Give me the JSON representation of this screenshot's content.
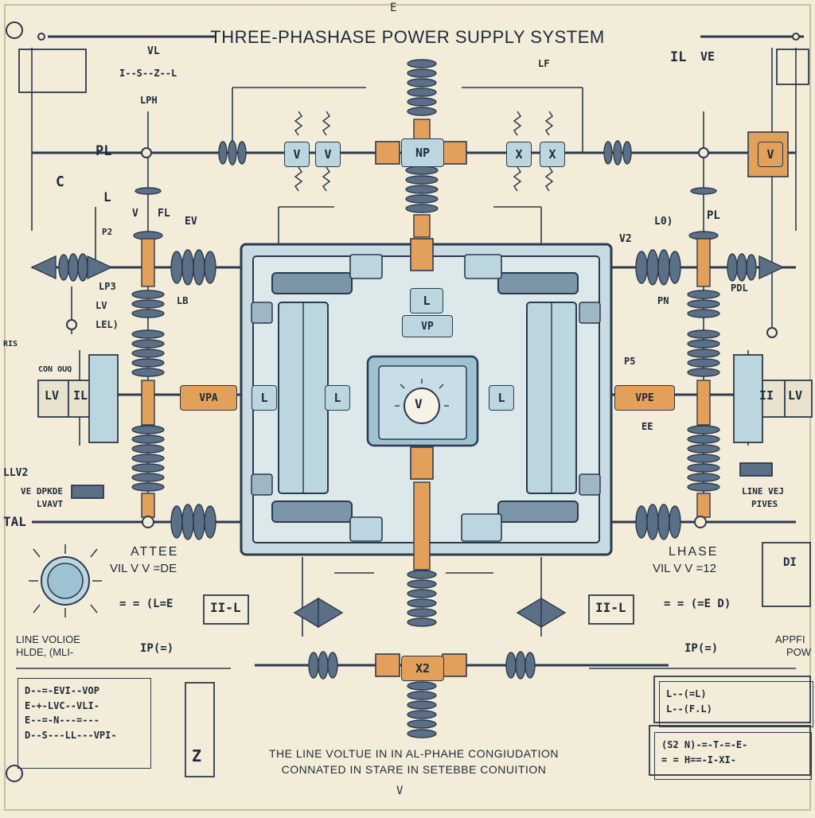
{
  "title": "THREE-PHASHASE POWER SUPPLY SYSTEM",
  "top_mark": "E",
  "bottom_mark": "V",
  "caption": {
    "line1": "THE LINE VOLTUE IN IN AL-PHAHE CONGIUDATION",
    "line2": "CONNATED IN STARE IN SETEBBE CONUITION"
  },
  "center_meter": {
    "label": "V"
  },
  "readouts": {
    "top_v1": "V",
    "top_v2": "V",
    "top_x1": "X",
    "top_x2": "X",
    "top_center": "NP",
    "right_v": "V",
    "left_l": "L",
    "left_vl": "V",
    "center_l": "L",
    "center_vp": "VP",
    "center_bottom": "X2",
    "mid_left_l": "L",
    "mid_right_l": "L",
    "vpa_left": "VPA",
    "vpa_right": "VPE",
    "left_lv": "LV",
    "right_lv": "LV",
    "left_ll": "IL",
    "right_ll": "II"
  },
  "left_annotations": {
    "vl": "VL",
    "formula1": "I--S--Z--L",
    "lph": "LPH",
    "pl": "PL",
    "l": "L",
    "fl": "FL",
    "ev": "EV",
    "p2": "P2",
    "v": "V",
    "c": "C",
    "lp3": "LP3",
    "lv": "LV",
    "lb": "LB",
    "lel": "LEL)",
    "ris": "RIS",
    "tal": "TAL",
    "llv2": "LLV2",
    "ve_dpkde": "VE DPKDE",
    "lvavt": "LVAVT",
    "con_ouq": "CON OUQ"
  },
  "right_annotations": {
    "il": "IL",
    "ve": "VE",
    "lf": "LF",
    "l0": "L0)",
    "v2": "V2",
    "pl": "PL",
    "p5": "P5",
    "pn": "PN",
    "pdl": "PDL",
    "e1": "EE",
    "line_ve": "LINE VEJ",
    "pives": "PIVES",
    "di": "DI"
  },
  "bottom_left": {
    "phase_title": "ATTEE",
    "eq": "VIL V V =DE",
    "sub_eq": "= = (L=E",
    "pe": "IP(=)",
    "ll_box": "II-L",
    "line_volt": "LINE VOLIOE",
    "hlde": "HLDE, (MLI-",
    "table": "D--=-EVI--VOP\nE-+-LVC--VLI-\nE--=-N---=---\nD--S---LL---VPI-",
    "z": "Z"
  },
  "bottom_right": {
    "phase_title": "LHASE",
    "eq": "VIL V V =12",
    "sub_eq": "= = (=E D)",
    "pe": "IP(=)",
    "ll_box": "II-L",
    "apply": "APPFI",
    "pow": "POW",
    "table": "(S2 N)-=-T-=-E-\n= = H==-I-XI-",
    "formula_r": "L--(=L)\nL--(F.L)"
  }
}
